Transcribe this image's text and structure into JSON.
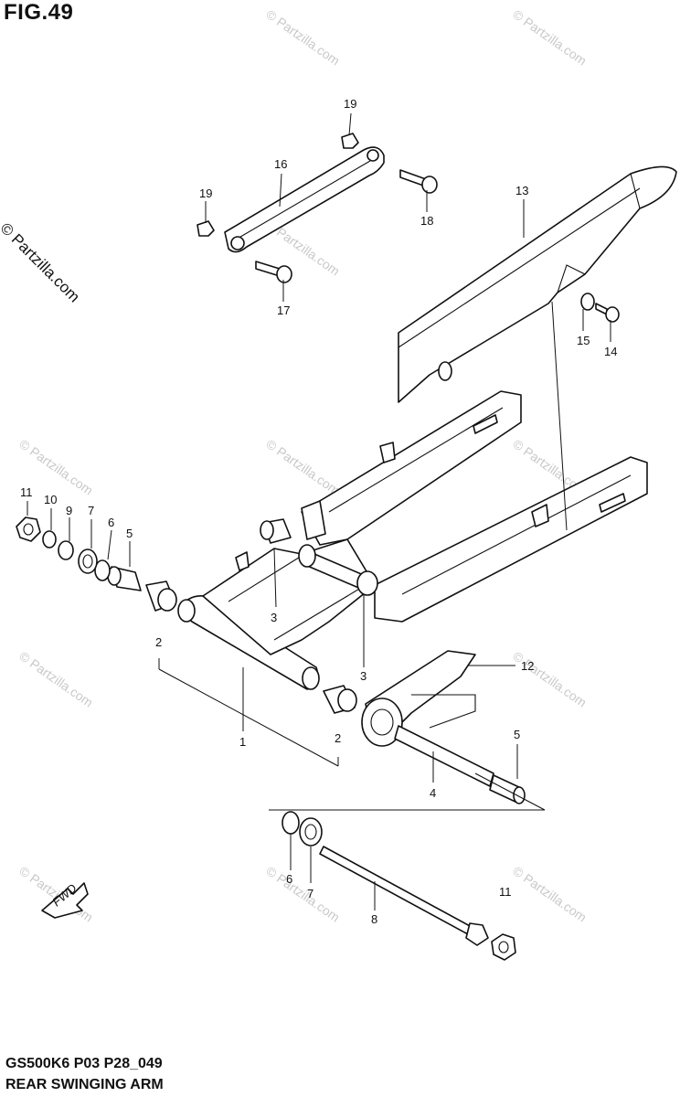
{
  "figure_label": "FIG.49",
  "copyright": "© Partzilla.com",
  "watermark_text": "© Partzilla.com",
  "footer": {
    "code": "GS500K6 P03 P28_049",
    "title": "REAR SWINGING ARM"
  },
  "fwd_label": "FWD",
  "callouts": [
    "19",
    "16",
    "18",
    "13",
    "19",
    "17",
    "15",
    "14",
    "11",
    "10",
    "9",
    "7",
    "6",
    "5",
    "3",
    "2",
    "3",
    "1",
    "12",
    "5",
    "4",
    "2",
    "6",
    "7",
    "8",
    "11"
  ]
}
